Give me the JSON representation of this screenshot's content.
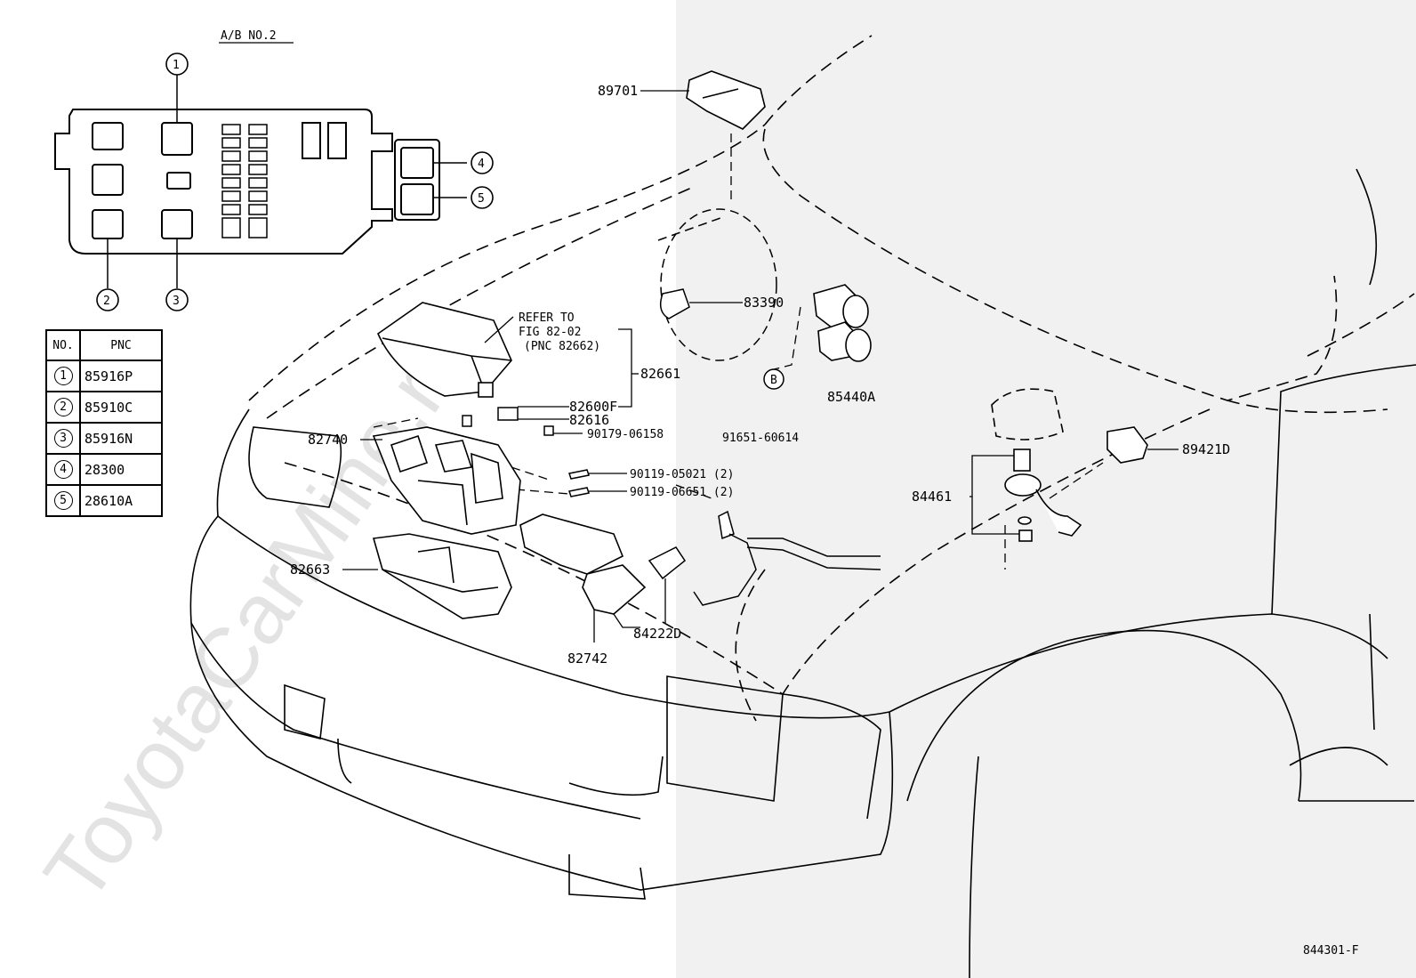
{
  "header": {
    "block_label": "A/B NO.2"
  },
  "block_callouts": [
    "1",
    "2",
    "3",
    "4",
    "5"
  ],
  "table": {
    "headers": [
      "NO.",
      "PNC"
    ],
    "rows": [
      {
        "no": "1",
        "pnc": "85916P"
      },
      {
        "no": "2",
        "pnc": "85910C"
      },
      {
        "no": "3",
        "pnc": "85916N"
      },
      {
        "no": "4",
        "pnc": "28300"
      },
      {
        "no": "5",
        "pnc": "28610A"
      }
    ]
  },
  "parts": {
    "p89701": "89701",
    "p83390": "83390",
    "p85440A": "85440A",
    "pB": "B",
    "p91651": "91651-60614",
    "refer_line1": "REFER TO",
    "refer_line2": "FIG 82-02",
    "refer_line3": "(PNC 82662)",
    "p82661": "82661",
    "p82600F": "82600F",
    "p82616": "82616",
    "p90179": "90179-06158",
    "p82740": "82740",
    "p90119a": "90119-05021 (2)",
    "p90119b": "90119-06651 (2)",
    "p82663": "82663",
    "p84222D": "84222D",
    "p82742": "82742",
    "p84461": "84461",
    "p89421D": "89421D"
  },
  "watermark": "ToyotaCarMine.ru",
  "figure_code": "844301-F"
}
